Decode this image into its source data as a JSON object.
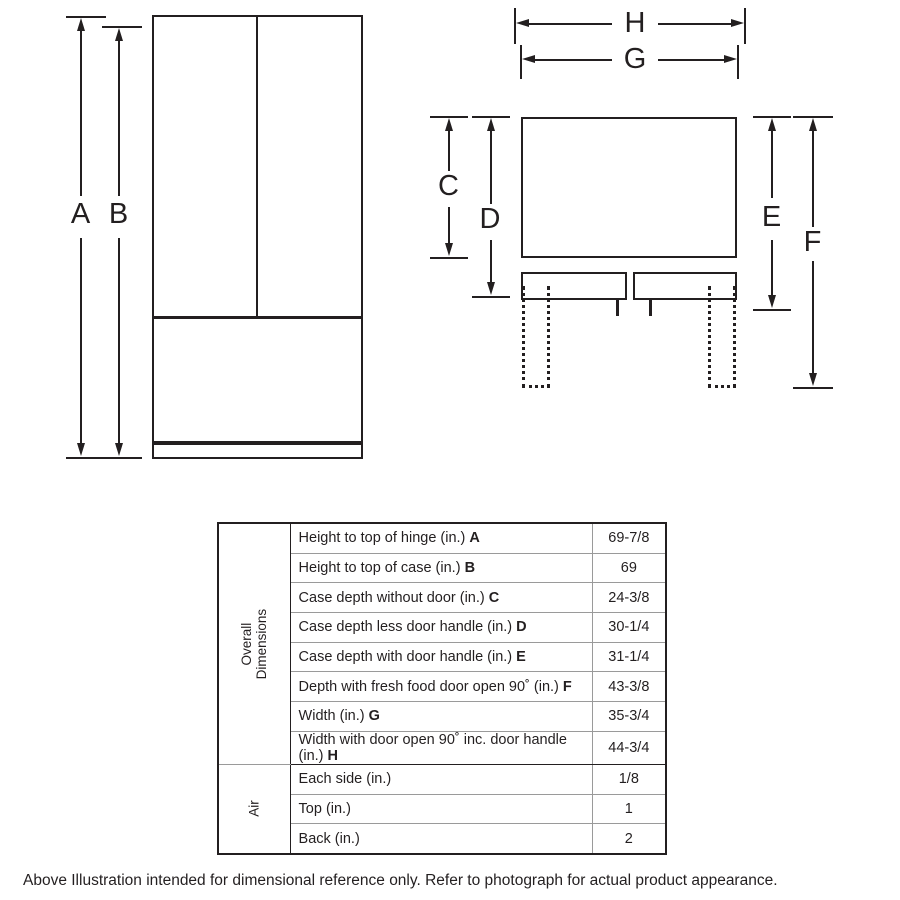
{
  "diagram": {
    "type": "appliance-dimension-drawing",
    "views": [
      {
        "name": "front-view",
        "description": "French door refrigerator front elevation with two upper doors and lower freezer drawer"
      },
      {
        "name": "top-view",
        "description": "Top-down case outline with door handles and doors open 90 degrees shown dotted"
      }
    ],
    "dimension_labels": {
      "A": "A",
      "B": "B",
      "C": "C",
      "D": "D",
      "E": "E",
      "F": "F",
      "G": "G",
      "H": "H"
    }
  },
  "table": {
    "groups": [
      {
        "header": "Overall Dimensions",
        "header_lines": [
          "Overall",
          "Dimensions"
        ],
        "rows": [
          {
            "desc": "Height to top of hinge (in.)",
            "letter": "A",
            "value": "69-7/8"
          },
          {
            "desc": "Height to top of case (in.)",
            "letter": "B",
            "value": "69"
          },
          {
            "desc": "Case depth without door (in.)",
            "letter": "C",
            "value": "24-3/8"
          },
          {
            "desc": "Case depth less door handle (in.)",
            "letter": "D",
            "value": "30-1/4"
          },
          {
            "desc": "Case depth with door handle (in.)",
            "letter": "E",
            "value": "31-1/4"
          },
          {
            "desc": "Depth with fresh food door open 90˚ (in.)",
            "letter": "F",
            "value": "43-3/8"
          },
          {
            "desc": "Width (in.)",
            "letter": "G",
            "value": "35-3/4"
          },
          {
            "desc": "Width with door open 90˚ inc. door handle (in.)",
            "letter": "H",
            "value": "44-3/4"
          }
        ]
      },
      {
        "header": "Air",
        "header_lines": [
          "Air"
        ],
        "rows": [
          {
            "desc": "Each side (in.)",
            "letter": "",
            "value": "1/8"
          },
          {
            "desc": "Top (in.)",
            "letter": "",
            "value": "1"
          },
          {
            "desc": "Back (in.)",
            "letter": "",
            "value": "2"
          }
        ]
      }
    ]
  },
  "footer": {
    "note": "Above Illustration intended for dimensional reference only. Refer to photograph for actual product appearance."
  },
  "colors": {
    "ink": "#231f20",
    "rule": "#9a9a9a",
    "background": "#ffffff"
  }
}
